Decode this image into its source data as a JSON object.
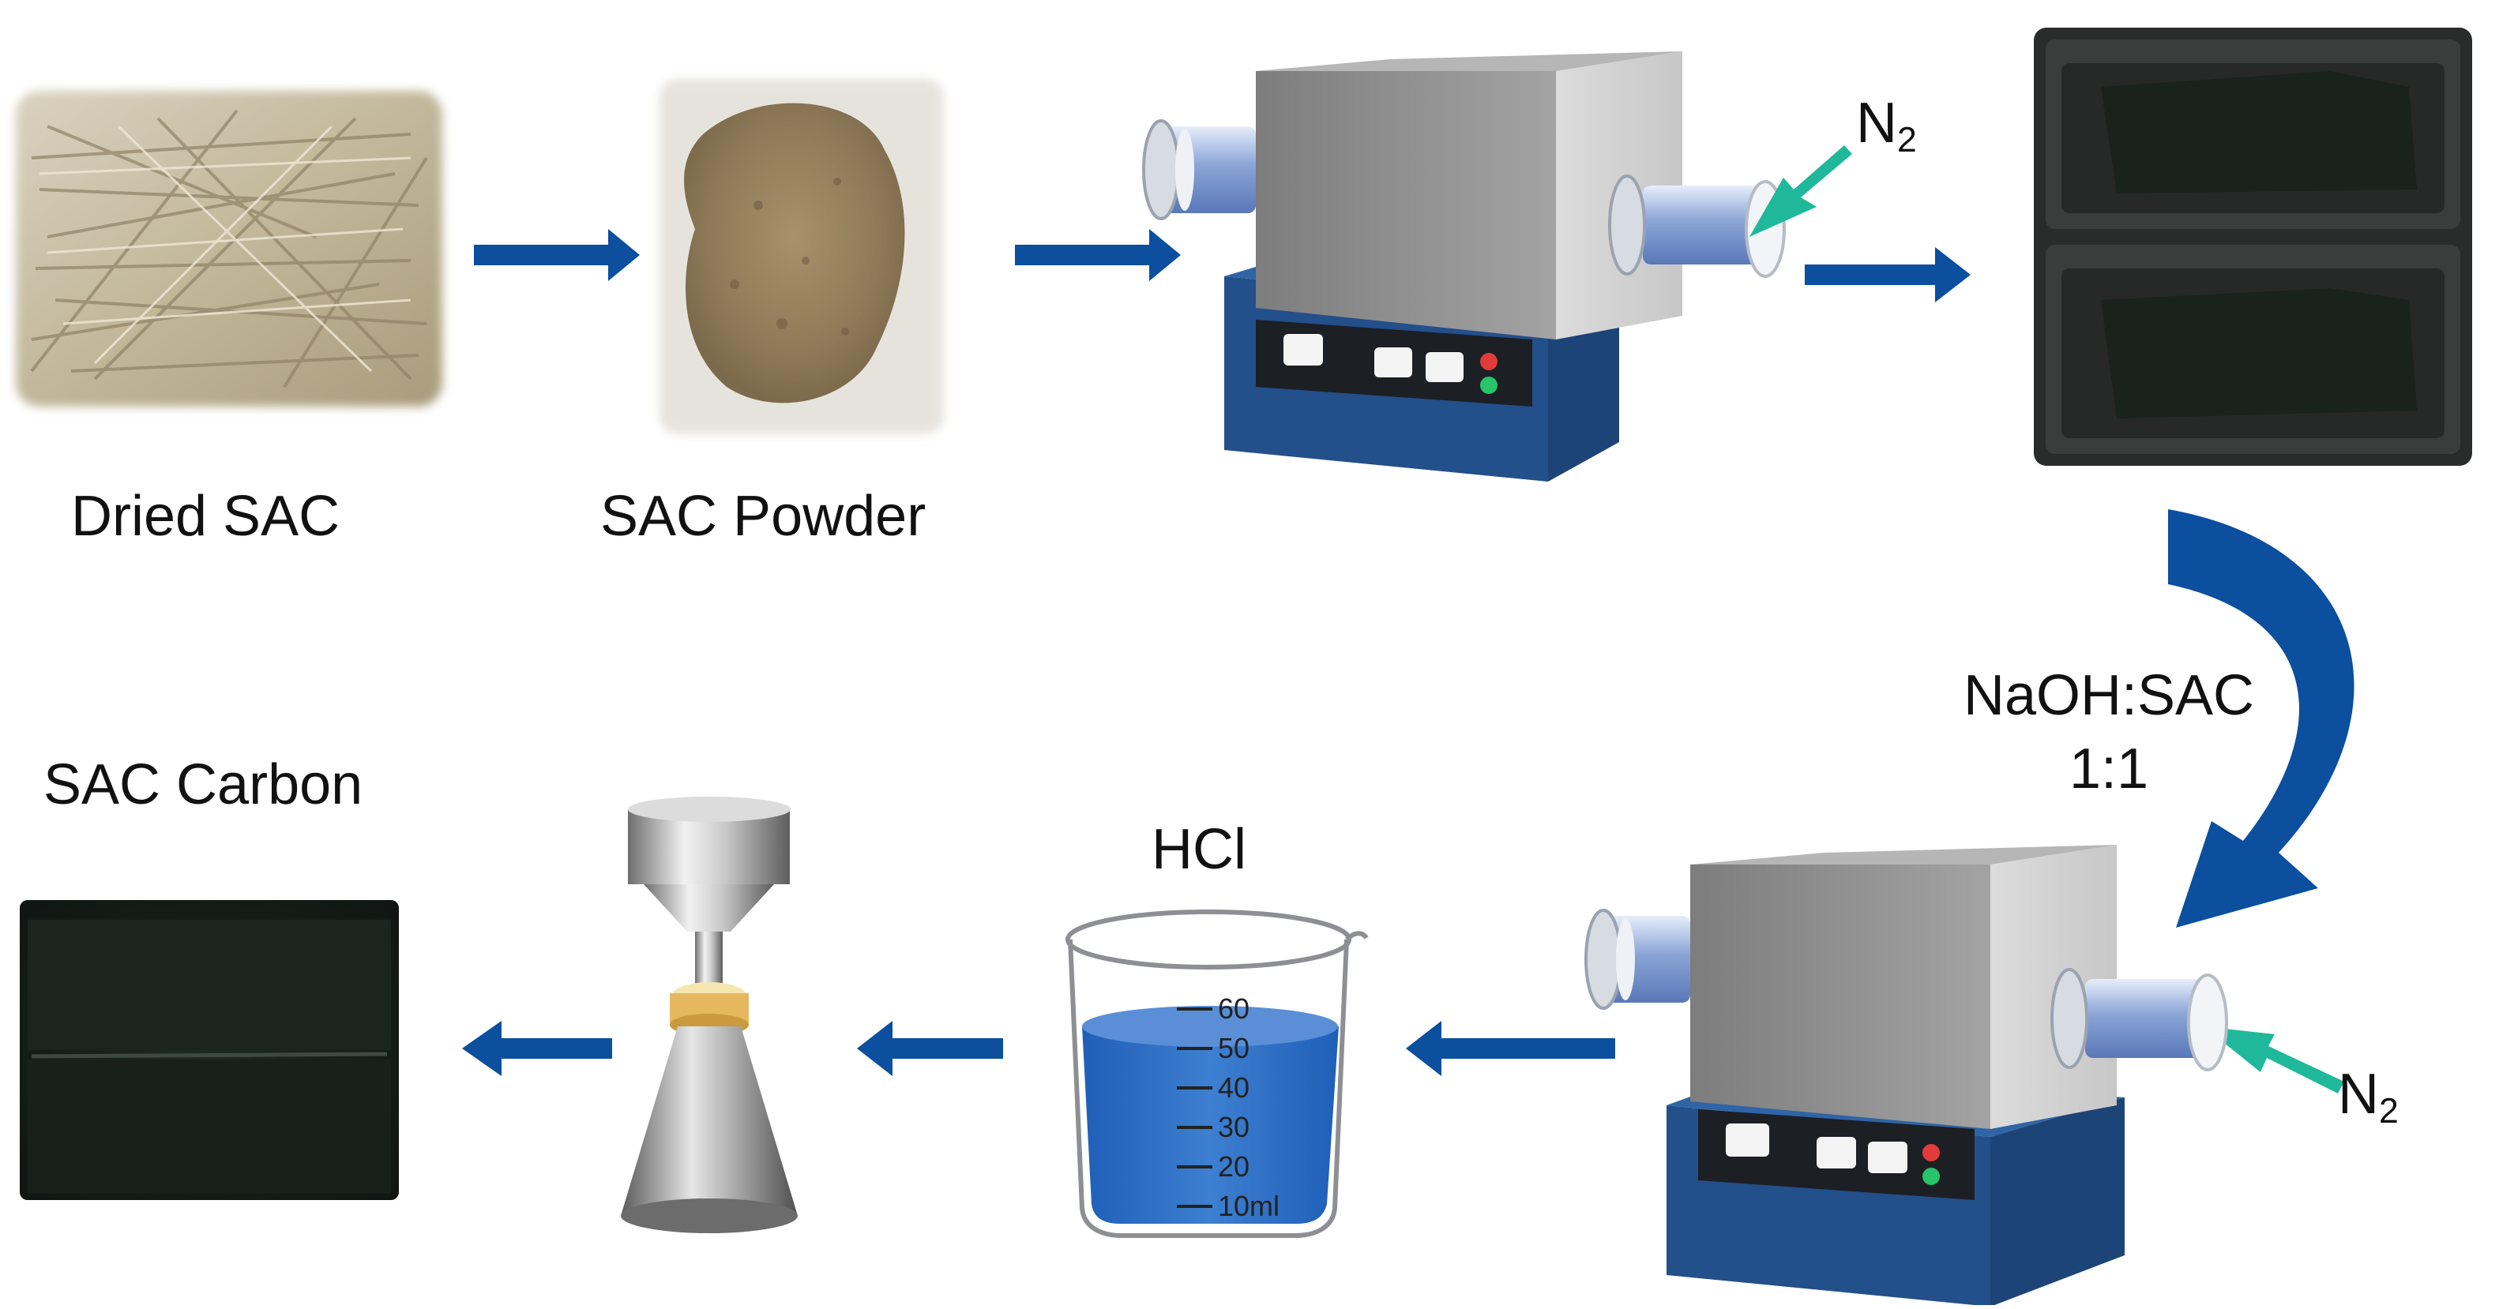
{
  "labels": {
    "dried_sac": "Dried SAC",
    "sac_powder": "SAC Powder",
    "sac_carbon": "SAC Carbon",
    "ratio_line1": "NaOH:SAC",
    "ratio_line2": "1:1",
    "hcl": "HCl",
    "n2_top_main": "N",
    "n2_top_sub": "2",
    "n2_bottom_main": "N",
    "n2_bottom_sub": "2"
  },
  "beaker_scale": [
    "60",
    "50",
    "40",
    "30",
    "20",
    "10ml"
  ],
  "colors": {
    "arrow": "#0b4f9e",
    "n2_arrow": "#1fb89a",
    "furnace_base": "#2f64a6",
    "furnace_box": "#9a9a9a",
    "liquid": "#2d6cc0"
  }
}
